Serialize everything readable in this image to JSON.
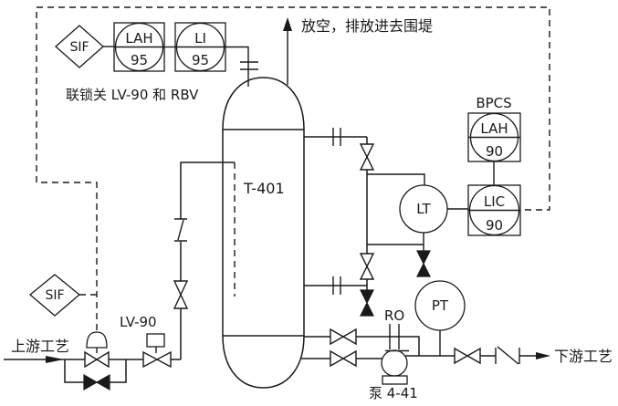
{
  "colors": {
    "line": "#1a1a1a",
    "background": "#ffffff"
  },
  "labels": {
    "interlock_note": "联锁关 LV-90 和 RBV",
    "vent": "放空，排放进去围堤",
    "upstream": "上游工艺",
    "downstream": "下游工艺",
    "pump": "泵 4-41",
    "column_tag": "T-401",
    "bpcs": "BPCS",
    "valve_lv90": "LV-90",
    "orifice": "RO"
  },
  "instruments": {
    "sif_top": {
      "tag": "SIF"
    },
    "sif_bottom": {
      "tag": "SIF"
    },
    "lah95": {
      "tag": "LAH",
      "num": "95"
    },
    "li95": {
      "tag": "LI",
      "num": "95"
    },
    "lah90": {
      "tag": "LAH",
      "num": "90"
    },
    "lic90": {
      "tag": "LIC",
      "num": "90"
    },
    "lt": {
      "tag": "LT"
    },
    "pt": {
      "tag": "PT"
    }
  }
}
